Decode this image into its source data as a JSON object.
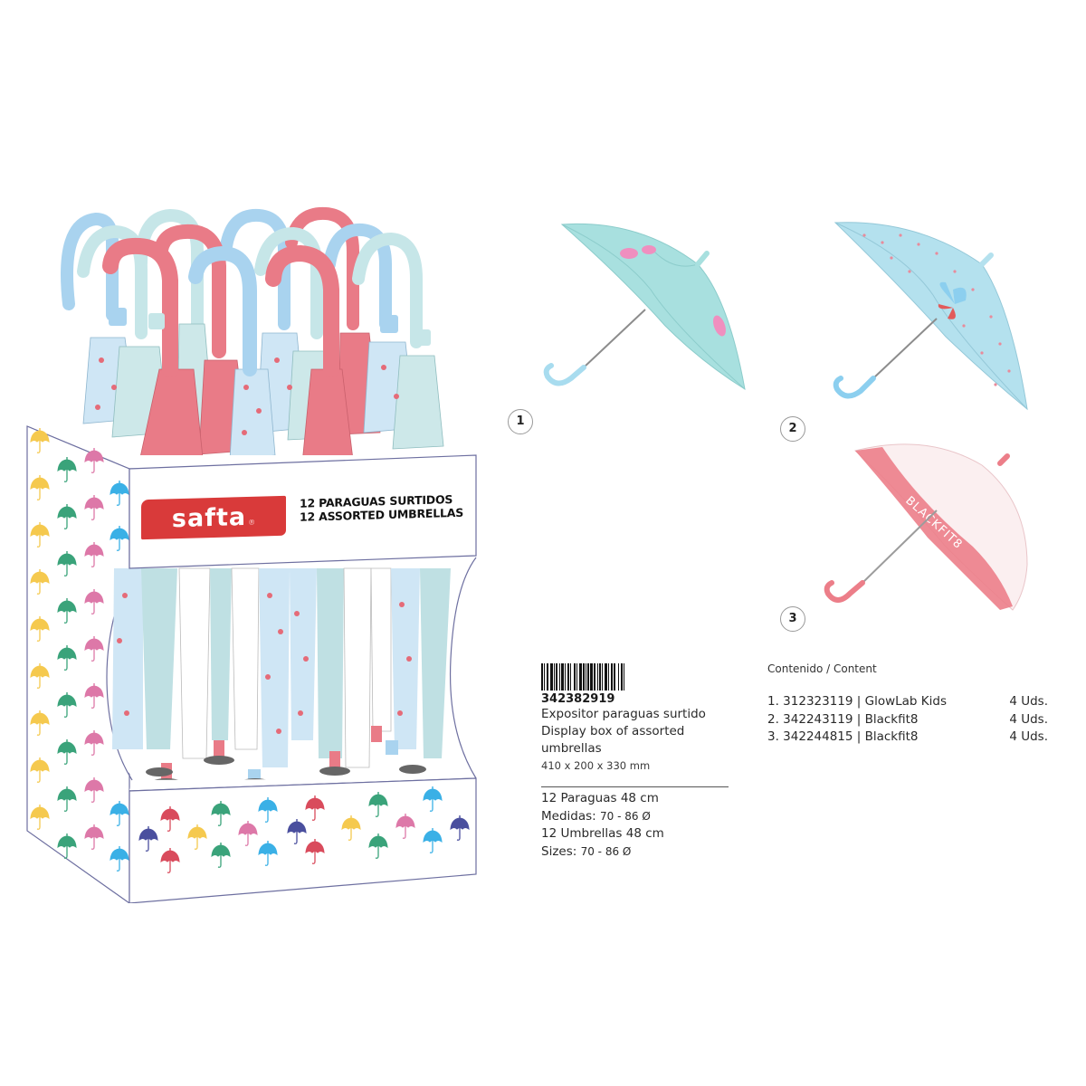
{
  "display_box": {
    "brand_logo": "safta",
    "brand_registered": "®",
    "header_line_1": "12 PARAGUAS SURTIDOS",
    "header_line_2": "12 ASSORTED UMBRELLAS",
    "colors": {
      "brand_red": "#d93a3a",
      "blue": "#a9d3ef",
      "mint": "#c6e6e8",
      "pink": "#e97b87",
      "outline": "#6d6fa0"
    }
  },
  "products": [
    {
      "number": "1",
      "label": "GlowLab Kids umbrella",
      "color": "#a8e0df"
    },
    {
      "number": "2",
      "label": "Blackfit8 umbrella",
      "color": "#b4e1ee"
    },
    {
      "number": "3",
      "label": "Blackfit8 transparent dome umbrella",
      "canopy_text": "BLACKFIT8",
      "color": "#ec7e89"
    }
  ],
  "info": {
    "barcode_label": "barcode",
    "reference": "342382919",
    "description_es": "Expositor paraguas surtido",
    "description_en_1": "Display box of assorted",
    "description_en_2": "umbrellas",
    "dimensions": "410 x 200 x 330 mm",
    "specs": {
      "line1": "12 Paraguas 48 cm",
      "line2_label": "Medidas:",
      "line2_value": "70 - 86 Ø",
      "line3": "12 Umbrellas 48 cm",
      "line4_label": "Sizes:",
      "line4_value": "70 - 86 Ø"
    }
  },
  "contents": {
    "title": "Contenido / Content",
    "items": [
      {
        "text": "1. 312323119 | GlowLab Kids",
        "qty": "4 Uds."
      },
      {
        "text": "2. 342243119 | Blackfit8",
        "qty": "4 Uds."
      },
      {
        "text": "3. 342244815 | Blackfit8",
        "qty": "4 Uds."
      }
    ]
  }
}
